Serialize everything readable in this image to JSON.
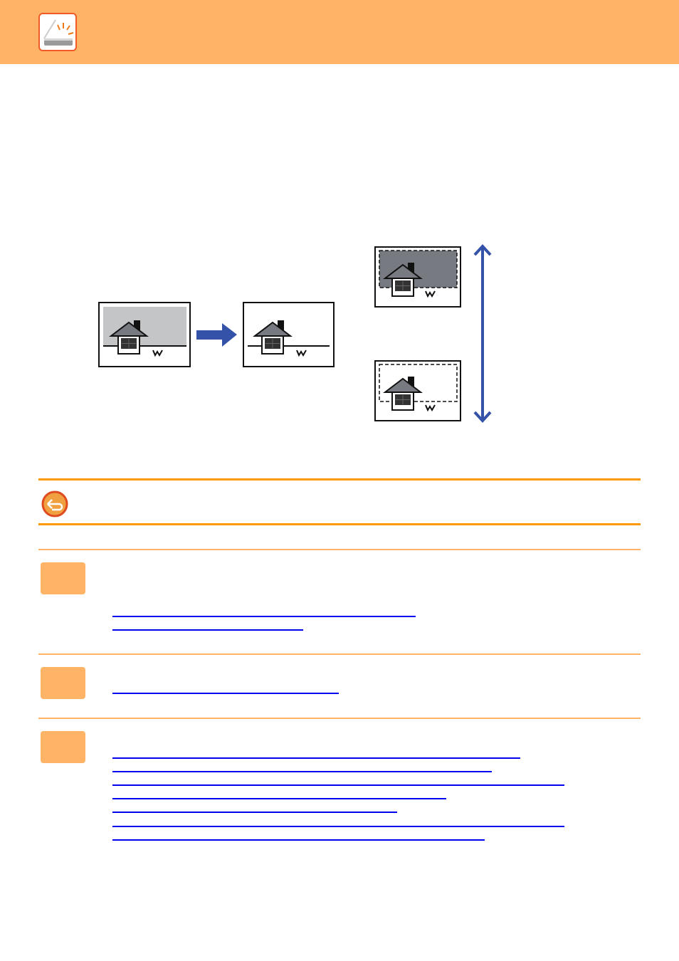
{
  "header": {
    "icon": "scanner-icon",
    "background_color": "#ffb366"
  },
  "note": {
    "icon": "back-arrow-icon"
  },
  "colors": {
    "accent": "#ff9900",
    "step_box": "#ffb366",
    "link": "#0000ee",
    "arrow": "#3452a8"
  },
  "diagram": {
    "icons": [
      "house-before-image",
      "arrow-right-icon",
      "house-after-image",
      "house-dark-background-image",
      "house-light-background-image",
      "double-arrow-vertical-icon"
    ]
  },
  "steps": [
    {
      "links": 2
    },
    {
      "links": 1
    },
    {
      "links": 7
    }
  ]
}
